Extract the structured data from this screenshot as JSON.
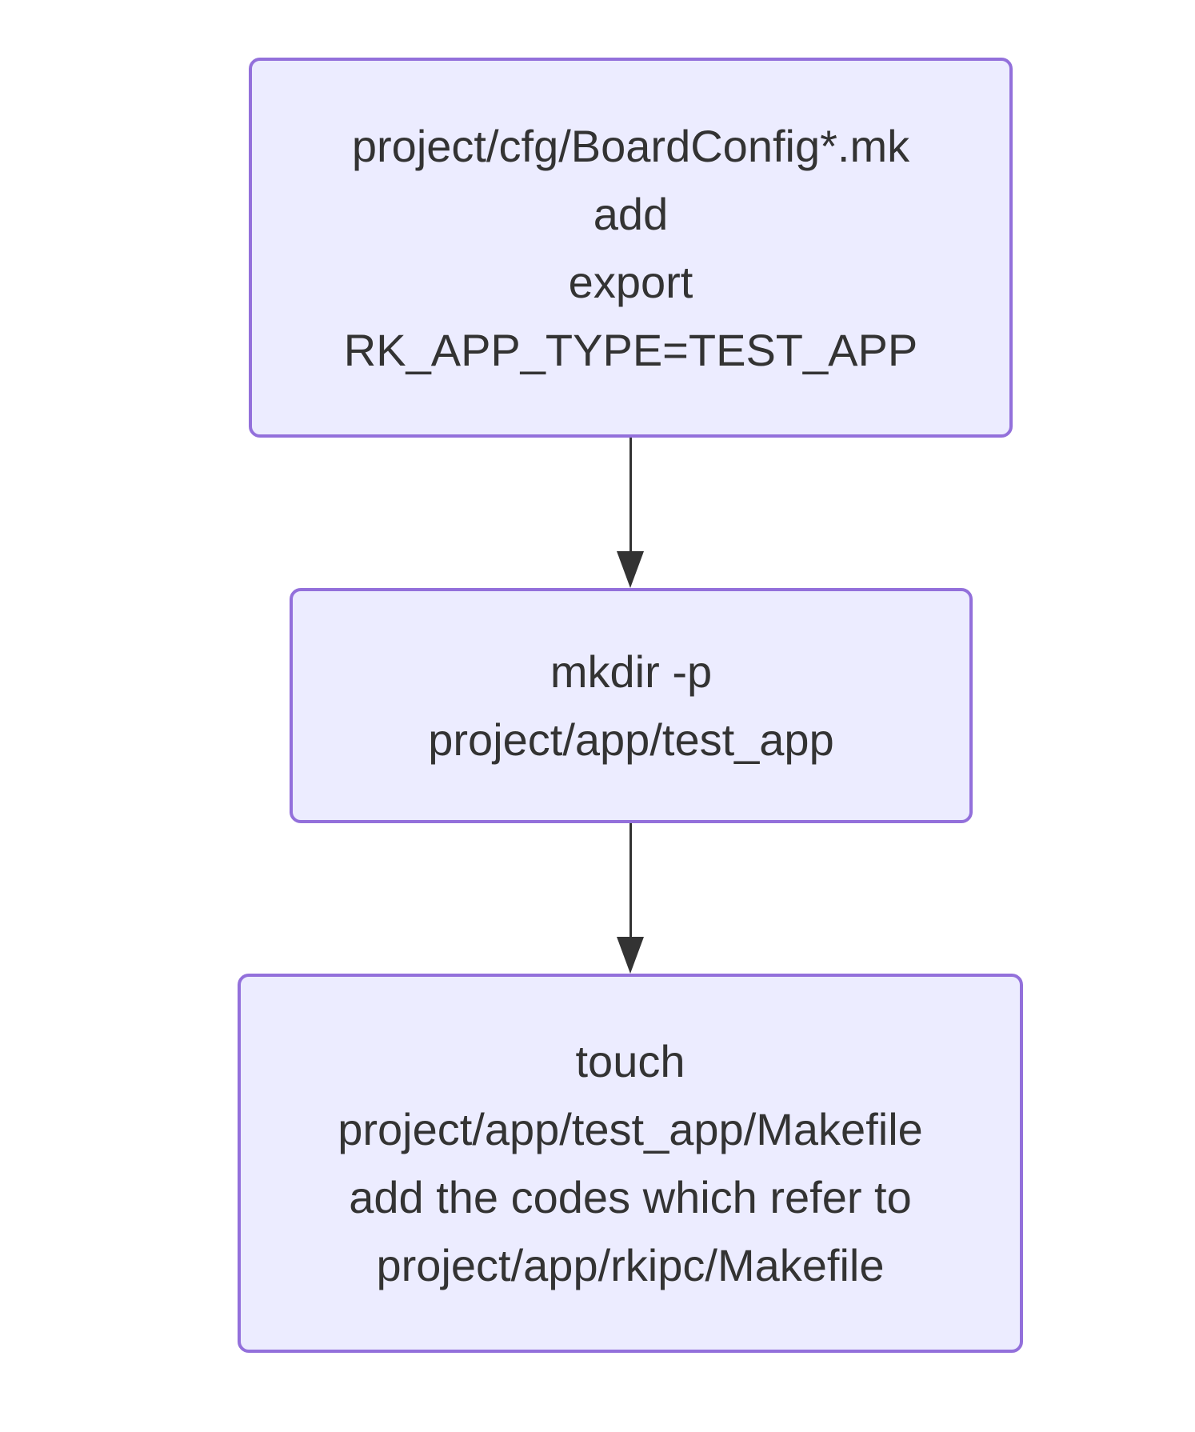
{
  "diagram": {
    "type": "flowchart",
    "direction": "top-down",
    "colors": {
      "background": "#ffffff",
      "node_fill": "#ECECFF",
      "node_border": "#9370DB",
      "edge": "#333333",
      "text": "#333333"
    },
    "nodes": [
      {
        "id": "step-1",
        "lines": [
          "project/cfg/BoardConfig*.mk",
          "add",
          "export",
          "RK_APP_TYPE=TEST_APP"
        ]
      },
      {
        "id": "step-2",
        "lines": [
          "mkdir -p",
          "project/app/test_app"
        ]
      },
      {
        "id": "step-3",
        "lines": [
          "touch",
          "project/app/test_app/Makefile",
          "add the codes which refer to",
          "project/app/rkipc/Makefile"
        ]
      }
    ],
    "edges": [
      {
        "from": "step-1",
        "to": "step-2"
      },
      {
        "from": "step-2",
        "to": "step-3"
      }
    ]
  }
}
